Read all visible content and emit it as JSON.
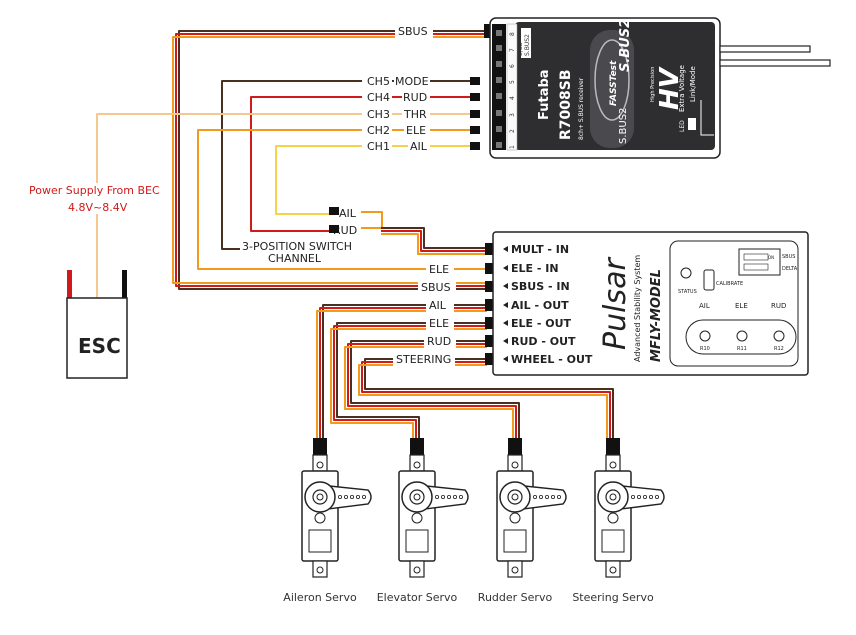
{
  "receiver": {
    "model": "R7008SB",
    "brand": "Futaba",
    "sub": "8ch+ S.BUS receiver",
    "fasst": "FASSTest",
    "sbus2": "S.BUS2",
    "hv": "HV",
    "ext_voltage": "Extra Voltage",
    "link_mode": "Link/Mode",
    "led": "LED",
    "hi_prec": "High Precision",
    "port_label": "S.BUS2",
    "port_b": "8/SB",
    "pins": [
      "8",
      "7",
      "6",
      "5",
      "4",
      "3",
      "2",
      "1"
    ]
  },
  "channels": [
    {
      "ch": "CH5",
      "func": "MODE"
    },
    {
      "ch": "CH4",
      "func": "RUD"
    },
    {
      "ch": "CH3",
      "func": "THR"
    },
    {
      "ch": "CH2",
      "func": "ELE"
    },
    {
      "ch": "CH1",
      "func": "AIL"
    }
  ],
  "sbus_label": "SBUS",
  "power": {
    "line1": "Power Supply From BEC",
    "line2": "4.8V~8.4V"
  },
  "esc_label": "ESC",
  "switch": {
    "ail": "AIL",
    "rud": "RUD",
    "line1": "3-POSITION SWITCH",
    "line2": "CHANNEL"
  },
  "left_labels": [
    "ELE",
    "SBUS",
    "AIL",
    "ELE",
    "RUD",
    "STEERING"
  ],
  "pulsar": {
    "ports": [
      "MULT - IN",
      "ELE - IN",
      "SBUS - IN",
      "AIL - OUT",
      "ELE - OUT",
      "RUD - OUT",
      "WHEEL - OUT"
    ],
    "name": "Pulsar",
    "subtitle": "Advanced Stability System",
    "brand": "MFLY-MODEL",
    "status": "STATUS",
    "calibrate": "CALIBRATE",
    "sbus_dip": "SBUS",
    "delta_dip": "DELTA",
    "on": "ON",
    "knob_heads": [
      "AIL",
      "ELE",
      "RUD"
    ],
    "knob_labels": [
      "R10",
      "R11",
      "R12"
    ]
  },
  "servos": [
    "Aileron Servo",
    "Elevator Servo",
    "Rudder Servo",
    "Steering Servo"
  ],
  "colors": {
    "orange": "#f29a1a",
    "red": "#d11a1a",
    "brown": "#4a3020",
    "black": "#111111"
  }
}
